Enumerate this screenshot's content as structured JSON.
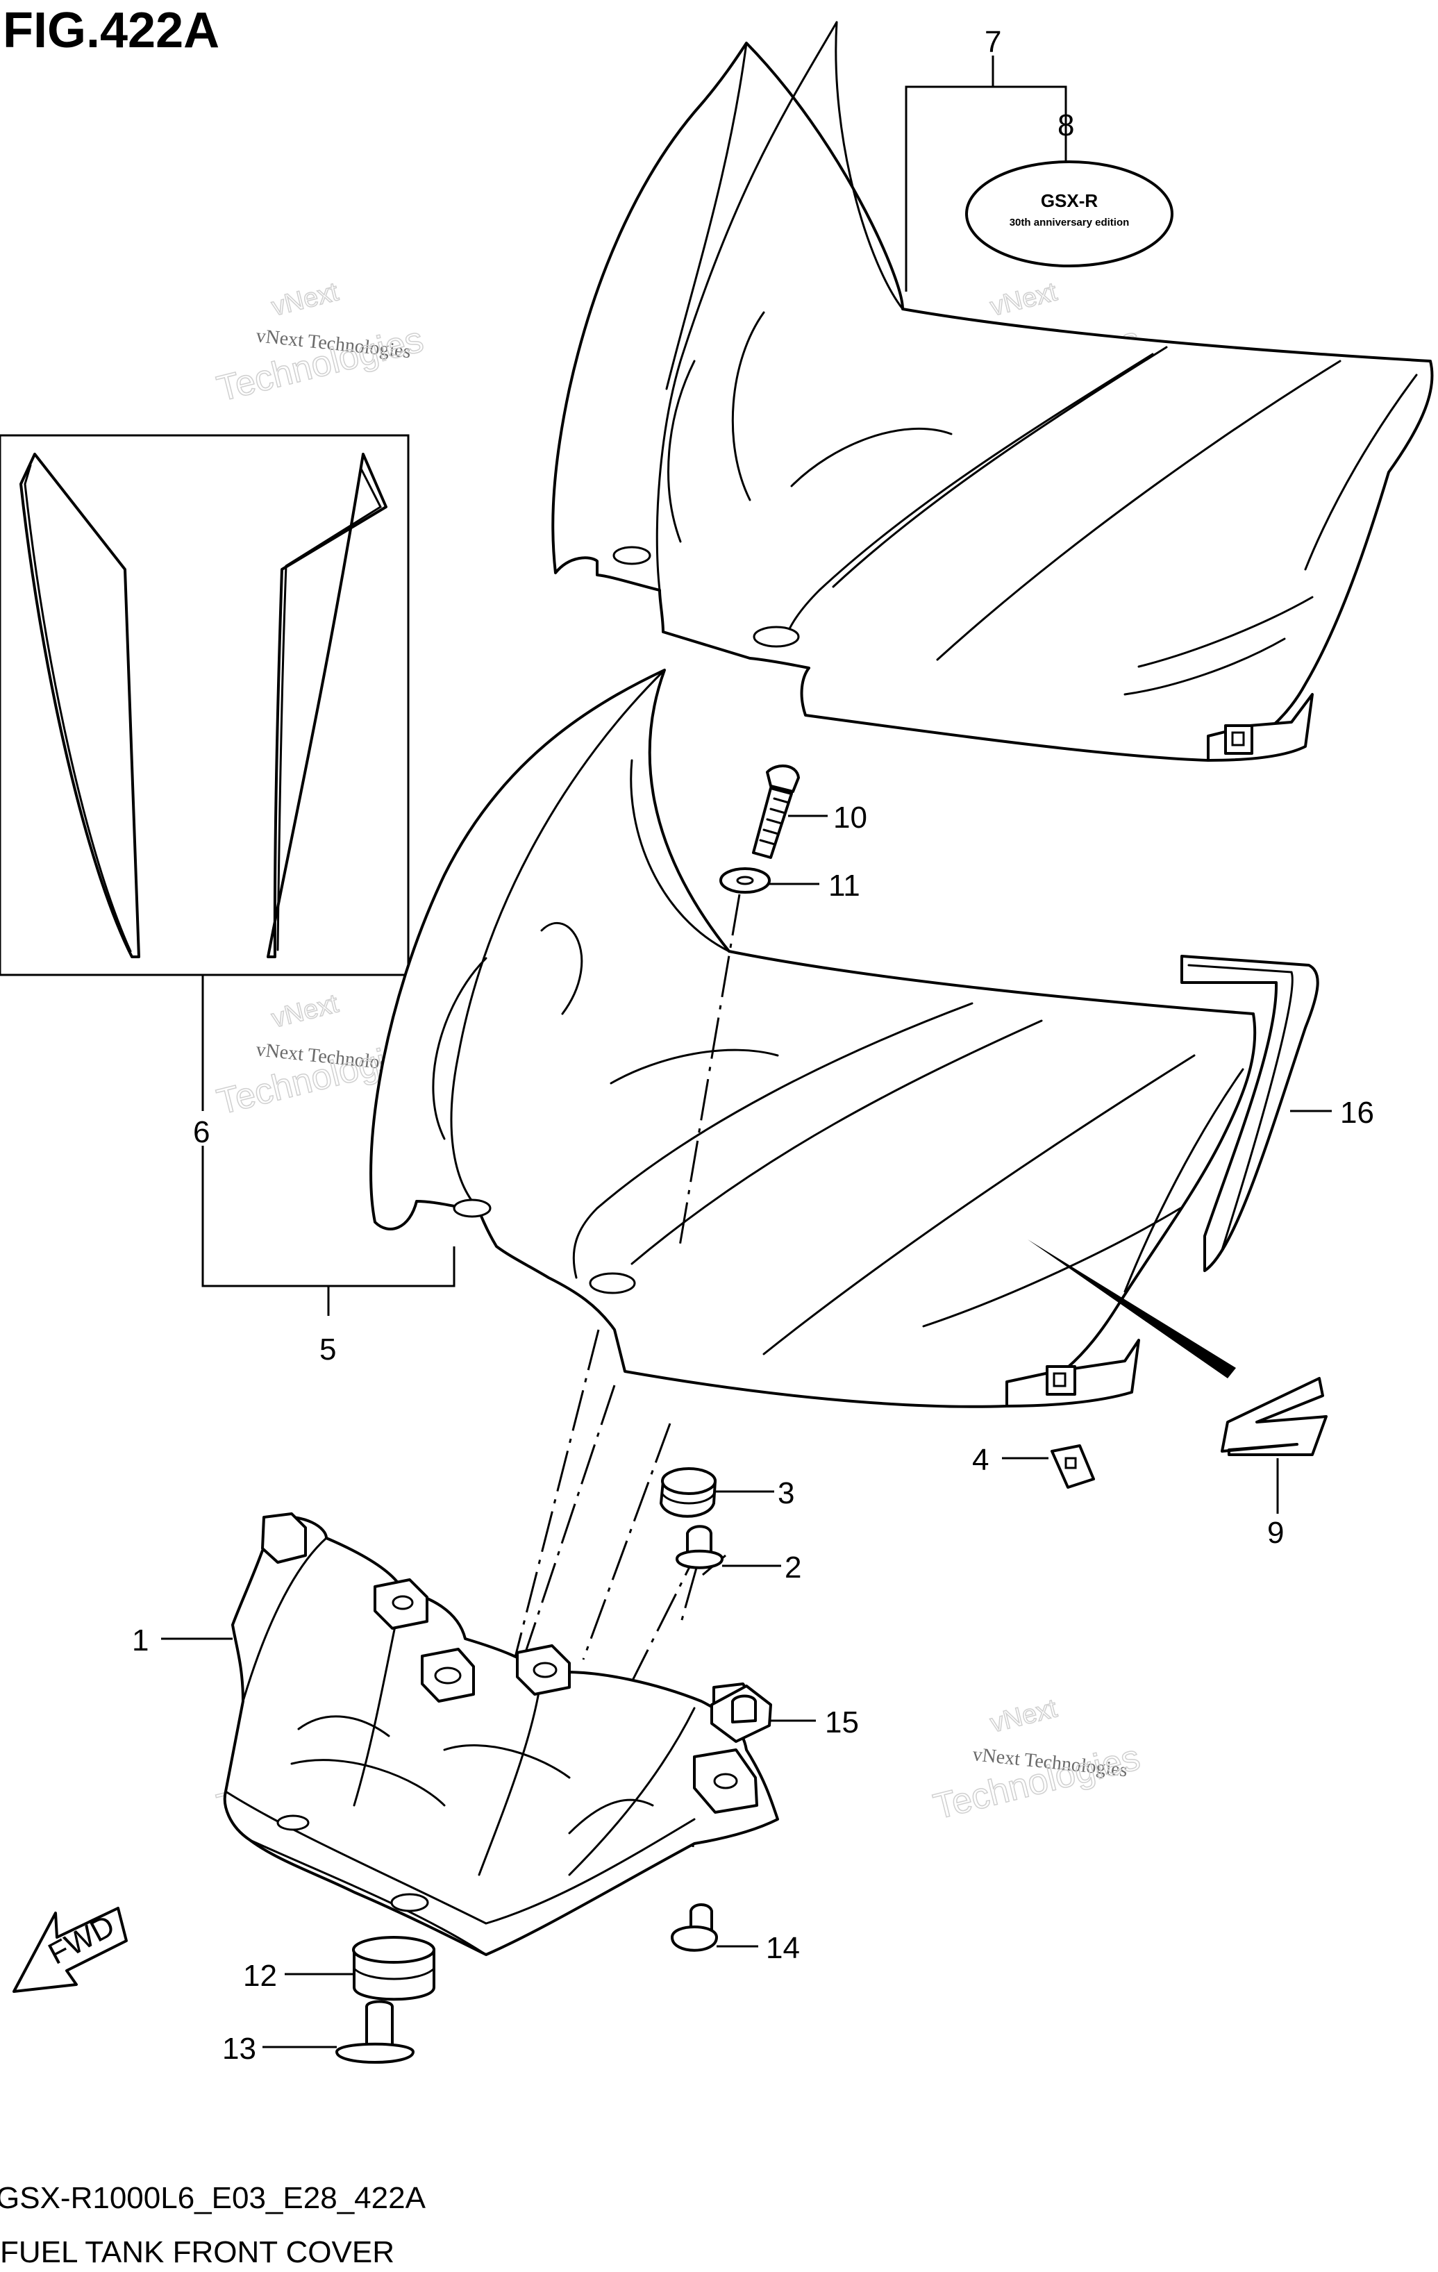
{
  "figure": {
    "title": "FIG.422A",
    "model_code": "GSX-R1000L6_E03_E28_422A",
    "caption": "FUEL TANK FRONT COVER"
  },
  "emblem": {
    "line1": "GSX-R",
    "line2": "30th  anniversary  edition"
  },
  "fwd_label": "FWD",
  "watermark": {
    "line1": "vNext",
    "line2": "vNext Technologies",
    "line3": "Technologies"
  },
  "callouts": {
    "c1": "1",
    "c2": "2",
    "c3": "3",
    "c4": "4",
    "c5": "5",
    "c6": "6",
    "c7": "7",
    "c8": "8",
    "c9": "9",
    "c10": "10",
    "c11": "11",
    "c12": "12",
    "c13": "13",
    "c14": "14",
    "c15": "15",
    "c16": "16"
  }
}
